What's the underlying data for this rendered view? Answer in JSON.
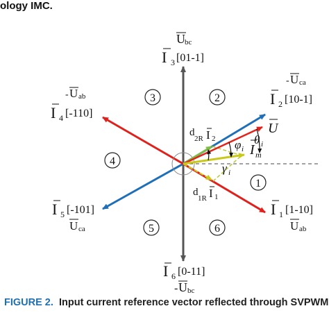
{
  "top_caption": "ology IMC.",
  "figure": {
    "label": "FIGURE 2.",
    "text": "Input current reference vector reflected through SVPWM."
  },
  "vectors": {
    "I1": {
      "name": "I",
      "sub": "1",
      "code": "[1-10]",
      "voltage": "U",
      "voltage_sub": "ab",
      "voltage_sign": "",
      "color": "#e0201b"
    },
    "I2": {
      "name": "I",
      "sub": "2",
      "code": "[10-1]",
      "voltage": "U",
      "voltage_sub": "ca",
      "voltage_sign": "-",
      "color": "#1f6fb8"
    },
    "I3": {
      "name": "I",
      "sub": "3",
      "code": "[01-1]",
      "voltage": "U",
      "voltage_sub": "bc",
      "voltage_sign": "",
      "color": "#555555"
    },
    "I4": {
      "name": "I",
      "sub": "4",
      "code": "[-110]",
      "voltage": "U",
      "voltage_sub": "ab",
      "voltage_sign": "-",
      "color": "#e0201b"
    },
    "I5": {
      "name": "I",
      "sub": "5",
      "code": "[-101]",
      "voltage": "U",
      "voltage_sub": "ca",
      "voltage_sign": "",
      "color": "#1f6fb8"
    },
    "I6": {
      "name": "I",
      "sub": "6",
      "code": "[0-11]",
      "voltage": "U",
      "voltage_sub": "bc",
      "voltage_sign": "-",
      "color": "#555555"
    }
  },
  "sectors": [
    "1",
    "2",
    "3",
    "4",
    "5",
    "6"
  ],
  "reference": {
    "U_label": "U",
    "Im_label": "I",
    "Im_sub": "m",
    "d2_label": "d",
    "d2_sub": "2R",
    "d2_vec": "I",
    "d2_vec_sub": "2",
    "d1_label": "d",
    "d1_sub": "1R",
    "d1_vec": "I",
    "d1_vec_sub": "1",
    "phi": "φ",
    "phi_sub": "i",
    "theta": "θ",
    "theta_sub": "i",
    "gamma": "γ",
    "gamma_sub": "i",
    "colors": {
      "U": "#e2231a",
      "Im": "#c9c91a",
      "d2": "#7fbf3f"
    }
  }
}
